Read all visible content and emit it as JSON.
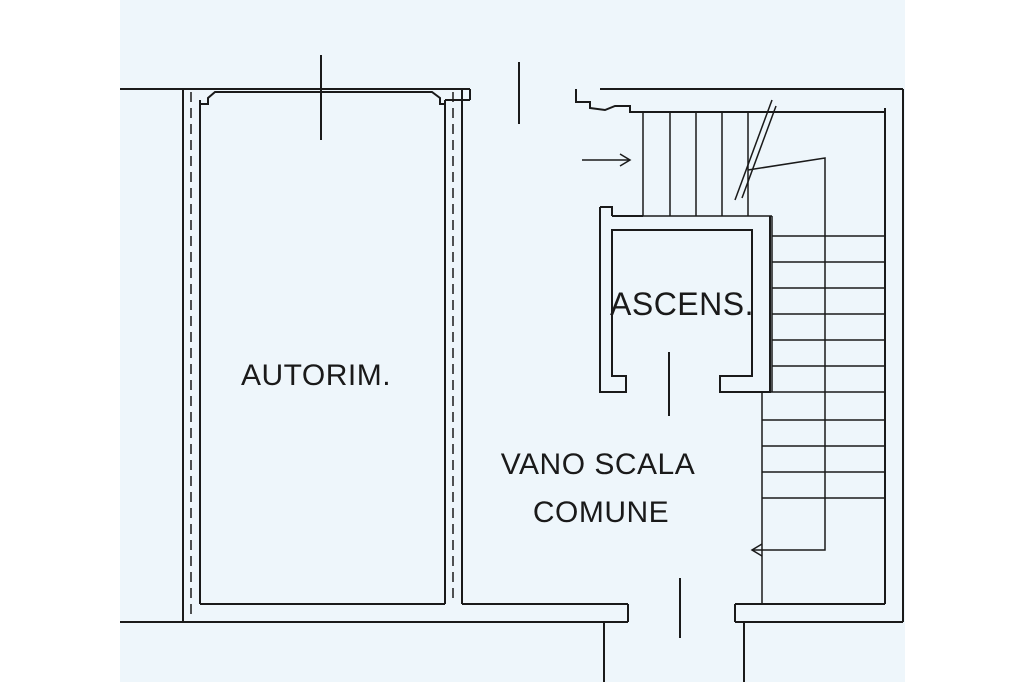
{
  "floor_plan": {
    "rooms": {
      "garage": {
        "label": "AUTORIM."
      },
      "elevator": {
        "label": "ASCENS."
      },
      "stairwell": {
        "label_line1": "VANO SCALA",
        "label_line2": "COMUNE"
      }
    },
    "colors": {
      "paper": "#eef6fb",
      "margin": "#ffffff",
      "line": "#1a1a1a"
    }
  }
}
